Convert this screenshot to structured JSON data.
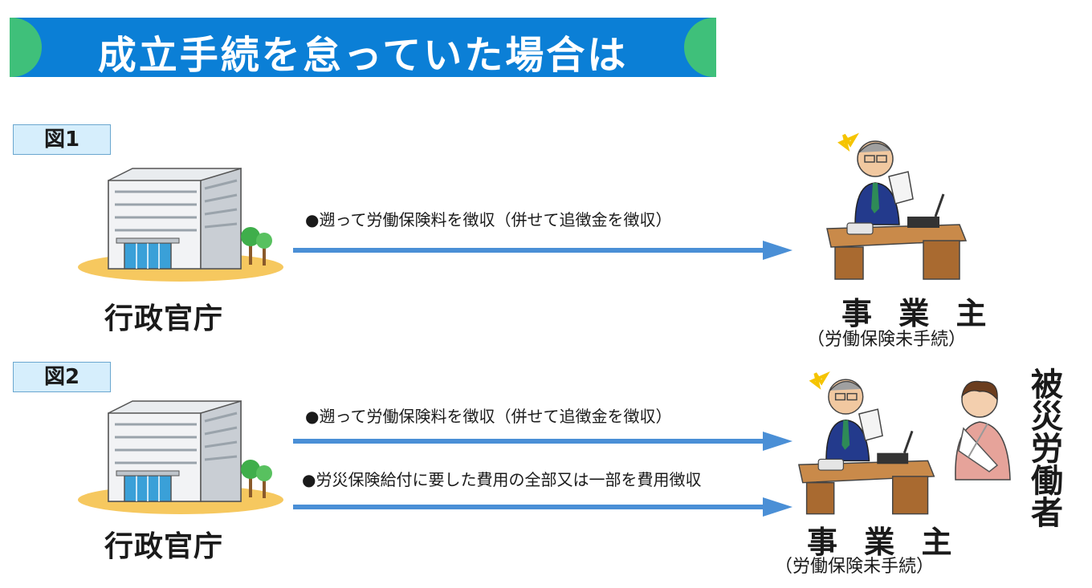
{
  "title": "成立手続を怠っていた場合は",
  "figures": [
    {
      "label": "図1",
      "government": "行政官庁",
      "arrows": [
        "●遡って労働保険料を徴収（併せて追徴金を徴収）"
      ],
      "employer": "事 業 主",
      "employer_sub": "（労働保険未手続）"
    },
    {
      "label": "図2",
      "government": "行政官庁",
      "arrows": [
        "●遡って労働保険料を徴収（併せて追徴金を徴収）",
        "●労災保険給付に要した費用の全部又は一部を費用徴収"
      ],
      "employer": "事 業 主",
      "employer_sub": "（労働保険未手続）",
      "victim": "被災労働者"
    }
  ],
  "colors": {
    "banner": "#0b7fd6",
    "banner_caps": "#3fc07a",
    "arrow": "#4a8fd6",
    "label_bg": "#d6eefc"
  },
  "icons": [
    "government-building-icon",
    "worried-employer-icon",
    "injured-worker-icon"
  ]
}
